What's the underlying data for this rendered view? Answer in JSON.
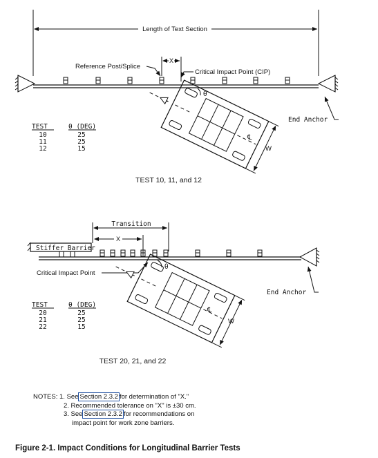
{
  "diagram_top": {
    "length_label": "Length of Text Section",
    "reference_label": "Reference Post/Splice",
    "x_label": "X",
    "cip_label": "Critical Impact Point (CIP)",
    "theta_label": "θ",
    "end_anchor_label": "End Anchor",
    "centerline_label": "℄",
    "w_label": "W",
    "table_header_test": "TEST",
    "table_header_angle": "θ (DEG)",
    "tests": [
      "10",
      "11",
      "12"
    ],
    "angles": [
      "25",
      "25",
      "15"
    ],
    "caption": "TEST 10, 11, and 12"
  },
  "diagram_bottom": {
    "transition_label": "Transition",
    "x_label": "X",
    "stiffer_label": "Stiffer Barrier",
    "cip_label": "Critical Impact Point",
    "theta_label": "θ",
    "end_anchor_label": "End Anchor",
    "centerline_label": "℄",
    "w_label": "W",
    "table_header_test": "TEST",
    "table_header_angle": "θ (DEG)",
    "tests": [
      "20",
      "21",
      "22"
    ],
    "angles": [
      "25",
      "25",
      "15"
    ],
    "caption": "TEST 20, 21, and 22"
  },
  "notes": {
    "prefix": "NOTES:",
    "n1_a": "1. See",
    "n1_link": "Section 2.3.2",
    "n1_b": "for determination of \"X.\"",
    "n2": "2. Recommended tolerance on \"X\" is ±30 cm.",
    "n3_a": "3. See",
    "n3_link": "Section 2.3.2",
    "n3_b": "for recommendations on",
    "n3_c": "impact point for work zone barriers."
  },
  "figure_caption": "Figure 2-1. Impact Conditions for Longitudinal Barrier Tests",
  "colors": {
    "ink": "#111111",
    "link_box": "#1f4fa0"
  }
}
